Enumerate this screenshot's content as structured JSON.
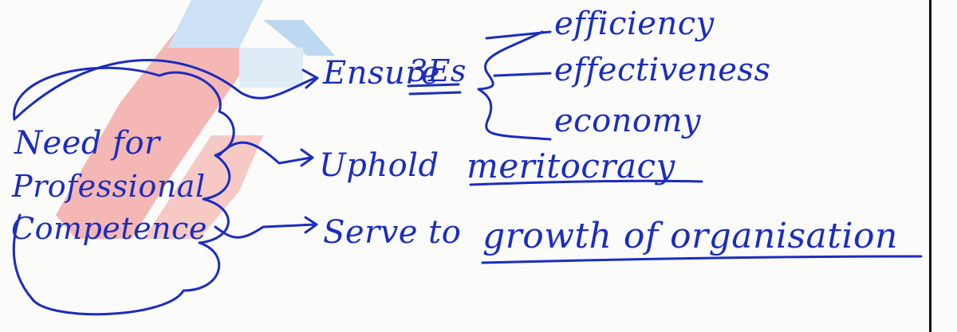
{
  "notes": {
    "topic_lines": [
      "Need for",
      "Professional",
      "Competence"
    ],
    "branches": [
      {
        "text": "Ensure",
        "emphasis": "3Es",
        "sub_items": [
          "efficiency",
          "effectiveness",
          "economy"
        ]
      },
      {
        "text": "Uphold",
        "emphasis": "meritocracy"
      },
      {
        "text": "Serve to",
        "emphasis": "growth of organisation"
      }
    ]
  },
  "watermark": {
    "colors": [
      "#e8433f",
      "#3a8fdc"
    ]
  },
  "ink_color": "#1b2cc0"
}
